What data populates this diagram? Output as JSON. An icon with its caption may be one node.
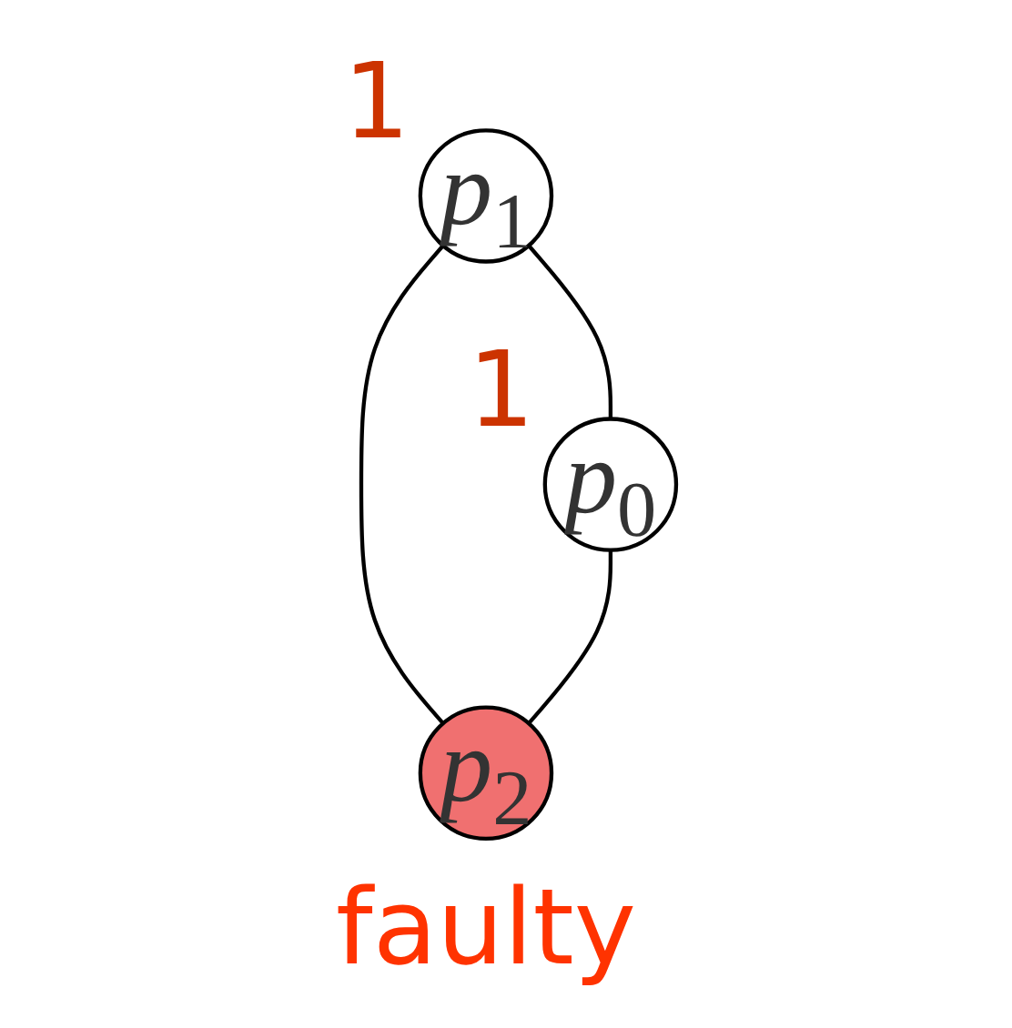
{
  "diagram": {
    "nodes": [
      {
        "text": [
          "p$_{1}$"
        ],
        "beside": [
          "1"
        ]
      },
      {
        "text": [
          "p$_{0}$"
        ],
        "beside": [
          "1"
        ]
      },
      {
        "text": [
          "p$_{2}$"
        ],
        "beside": [
          "faulty"
        ]
      }
    ],
    "edges": [
      {
        "from": 0,
        "to": 1,
        "arrow": "none"
      },
      {
        "from": 0,
        "to": 2,
        "arrow": "none"
      },
      {
        "from": 1,
        "to": 2,
        "arrow": "none"
      }
    ]
  }
}
